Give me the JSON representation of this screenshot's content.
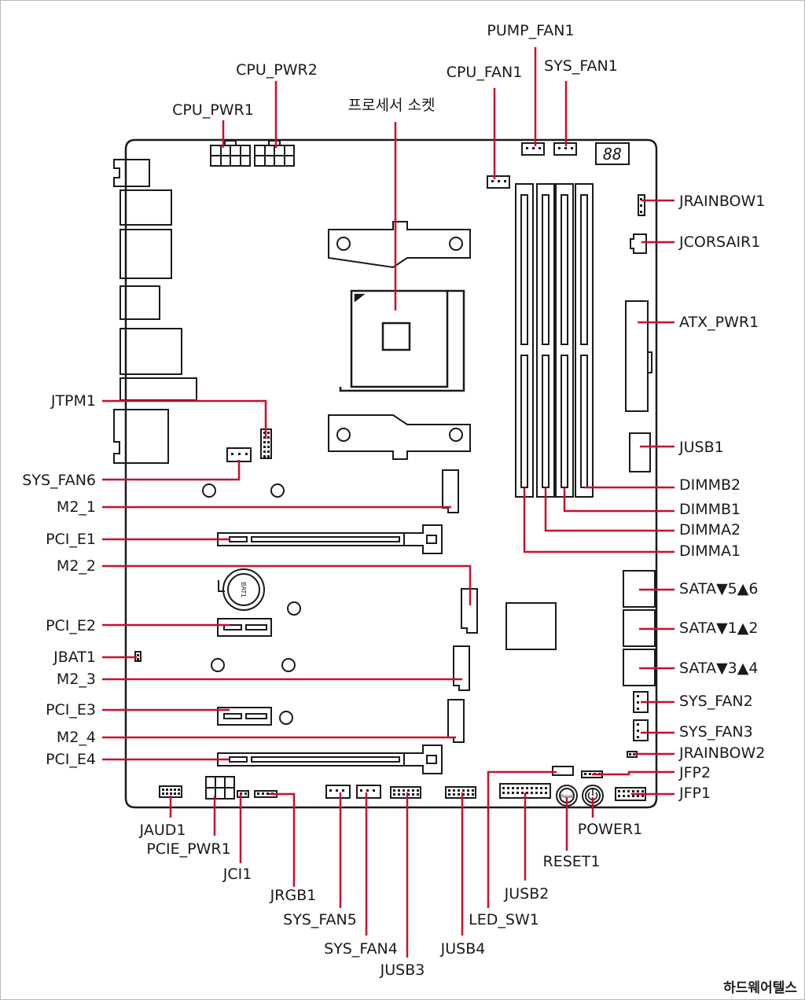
{
  "labels": {
    "pump_fan1": "PUMP_FAN1",
    "cpu_pwr2": "CPU_PWR2",
    "cpu_fan1": "CPU_FAN1",
    "sys_fan1": "SYS_FAN1",
    "cpu_pwr1": "CPU_PWR1",
    "socket": "프로세서 소켓",
    "jrainbow1": "JRAINBOW1",
    "jcorsair1": "JCORSAIR1",
    "atx_pwr1": "ATX_PWR1",
    "jtpm1": "JTPM1",
    "jusb1": "JUSB1",
    "sys_fan6": "SYS_FAN6",
    "dimmb2": "DIMMB2",
    "m2_1": "M2_1",
    "dimmb1": "DIMMB1",
    "pci_e1": "PCI_E1",
    "dimma2": "DIMMA2",
    "dimma1": "DIMMA1",
    "m2_2": "M2_2",
    "sata56": "SATA▼5▲6",
    "pci_e2": "PCI_E2",
    "sata12": "SATA▼1▲2",
    "jbat1": "JBAT1",
    "m2_3": "M2_3",
    "sata34": "SATA▼3▲4",
    "sys_fan2": "SYS_FAN2",
    "pci_e3": "PCI_E3",
    "sys_fan3": "SYS_FAN3",
    "m2_4": "M2_4",
    "jrainbow2": "JRAINBOW2",
    "pci_e4": "PCI_E4",
    "jfp2": "JFP2",
    "jfp1": "JFP1",
    "jaud1": "JAUD1",
    "power1": "POWER1",
    "pcie_pwr1": "PCIE_PWR1",
    "reset1": "RESET1",
    "jci1": "JCI1",
    "jusb2": "JUSB2",
    "jrgb1": "JRGB1",
    "sys_fan5": "SYS_FAN5",
    "led_sw1": "LED_SW1",
    "sys_fan4": "SYS_FAN4",
    "jusb4": "JUSB4",
    "jusb3": "JUSB3"
  },
  "board_marks": {
    "debug_display": "88",
    "battery": "BAT1",
    "reset_button": "Reset"
  },
  "watermark": "하드웨어텔스",
  "colors": {
    "leader_line": "#c8102e",
    "board_outline": "#1a1a1a",
    "text": "#1a1a1a"
  }
}
